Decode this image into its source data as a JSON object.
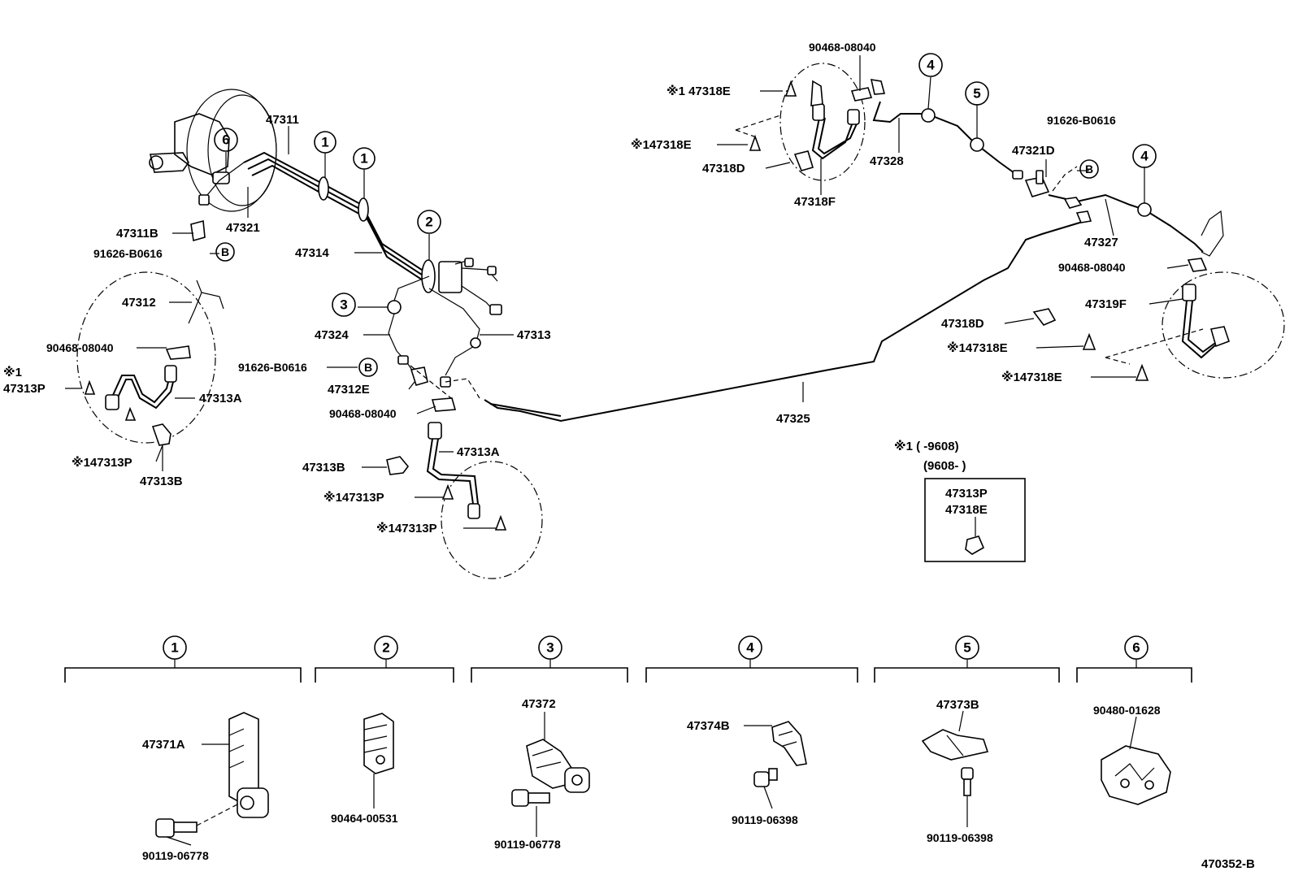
{
  "labels": {
    "p47311": "47311",
    "p47321": "47321",
    "p47311B": "47311B",
    "p91626a": "91626-B0616",
    "p47314": "47314",
    "p47312": "47312",
    "p90468a": "90468-08040",
    "note1a": "※1",
    "p47313Pa": "47313P",
    "p47313A_left": "47313A",
    "p47313P_b": "※147313P",
    "p47313B_left": "47313B",
    "p47324": "47324",
    "p47313": "47313",
    "p91626b": "91626-B0616",
    "p47312E": "47312E",
    "p90468b": "90468-08040",
    "p47313A_mid": "47313A",
    "p47313B_mid": "47313B",
    "p47313P_c": "※147313P",
    "p47313P_d": "※147313P",
    "p47325": "47325",
    "p90468c": "90468-08040",
    "p47318E_a": "※1 47318E",
    "p47318E_b": "※147318E",
    "p47318D_a": "47318D",
    "p47318F": "47318F",
    "p47328": "47328",
    "p91626c": "91626-B0616",
    "p47321D": "47321D",
    "p47327": "47327",
    "p90468d": "90468-08040",
    "p47319F": "47319F",
    "p47318D_b": "47318D",
    "p47318E_c": "※147318E",
    "p47318E_d": "※147318E",
    "note_date1": "※1 (       -9608)",
    "note_date2": "(9608-       )",
    "box_l1": "47313P",
    "box_l2": "47318E",
    "p47371A": "47371A",
    "p90119a": "90119-06778",
    "p90464": "90464-00531",
    "p47372": "47372",
    "p90119b": "90119-06778",
    "p47374B": "47374B",
    "p90119c": "90119-06398",
    "p47373B": "47373B",
    "p90119d": "90119-06398",
    "p90480": "90480-01628",
    "doc_code": "470352-B"
  },
  "markers": {
    "n1": "1",
    "n2": "2",
    "n3": "3",
    "n4": "4",
    "n5": "5",
    "n6": "6",
    "B": "B"
  },
  "groups": [
    "1",
    "2",
    "3",
    "4",
    "5",
    "6"
  ]
}
